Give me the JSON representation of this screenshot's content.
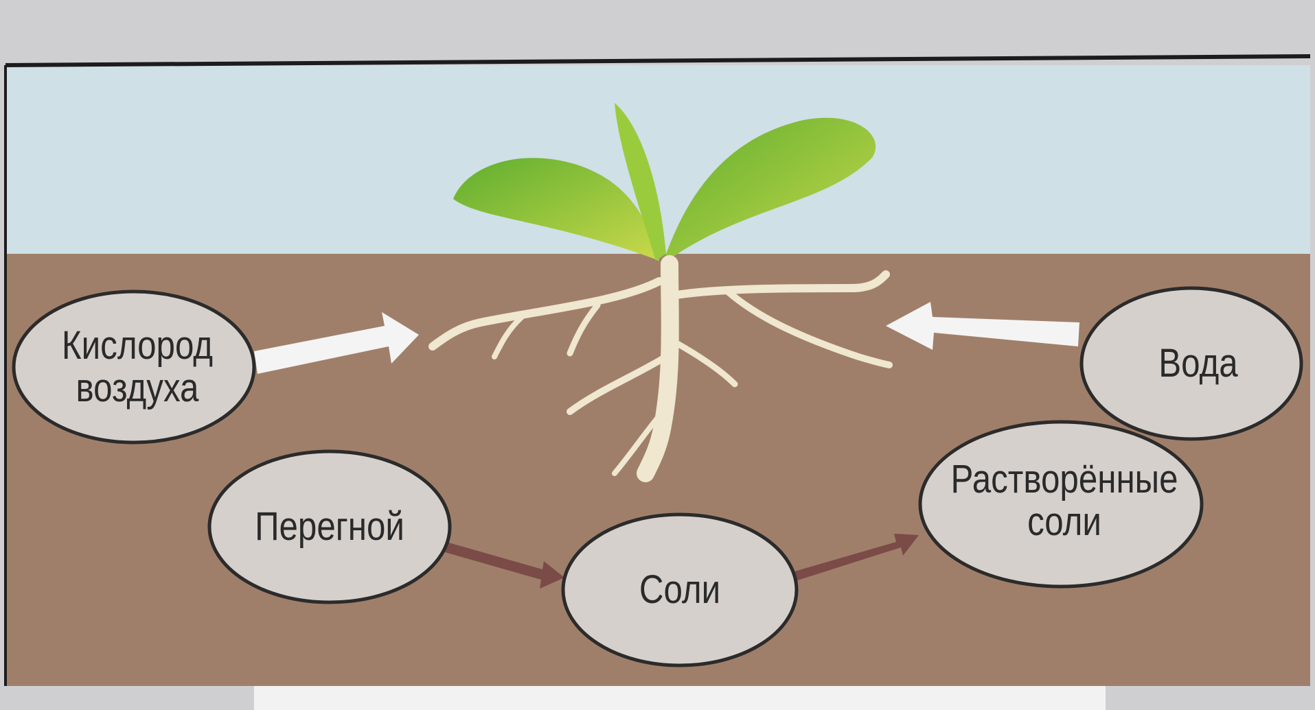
{
  "diagram": {
    "nodes": [
      {
        "id": "oxygen",
        "lines": [
          "Кислород",
          "воздуха"
        ]
      },
      {
        "id": "water",
        "lines": [
          "Вода"
        ]
      },
      {
        "id": "humus",
        "lines": [
          "Перегной"
        ]
      },
      {
        "id": "salts",
        "lines": [
          "Соли"
        ]
      },
      {
        "id": "dissolved",
        "lines": [
          "Растворённые",
          "соли"
        ]
      }
    ],
    "edges": [
      {
        "from": "oxygen",
        "to": "root",
        "style": "white-arrow"
      },
      {
        "from": "water",
        "to": "root",
        "style": "white-arrow"
      },
      {
        "from": "humus",
        "to": "salts",
        "style": "brown-arrow"
      },
      {
        "from": "salts",
        "to": "dissolved",
        "style": "brown-arrow"
      }
    ],
    "colors": {
      "sky": "#cfe0e6",
      "soil": "#a07f6a",
      "node_fill": "#d6d0cc",
      "node_stroke": "#2b2b2b",
      "white_arrow": "#f4f4f4",
      "brown_arrow": "#7a4b47",
      "leaf": "#8cc43a",
      "root": "#efe7cf"
    }
  }
}
